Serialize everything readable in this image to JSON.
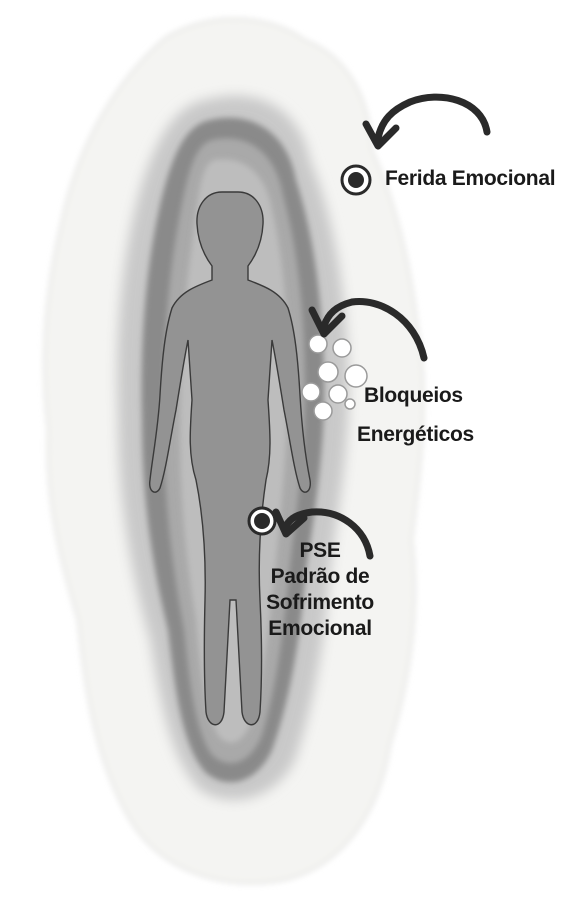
{
  "labels": {
    "ferida": "Ferida Emocional",
    "bloqueios_line1": "Bloqueios",
    "bloqueios_line2": "Energéticos",
    "pse_line1": "PSE",
    "pse_line2": "Padrão de",
    "pse_line3": "Sofrimento",
    "pse_line4": "Emocional"
  },
  "colors": {
    "paper": "#f4f4f2",
    "aura_outer": "#cfcfcf",
    "aura_dark": "#7c7c7c",
    "body": "#939393",
    "marker": "#2a2a2a",
    "text": "#1a1a1a"
  },
  "icons": [
    "curved-arrow-icon",
    "target-dot-icon",
    "energy-bubbles-icon"
  ]
}
